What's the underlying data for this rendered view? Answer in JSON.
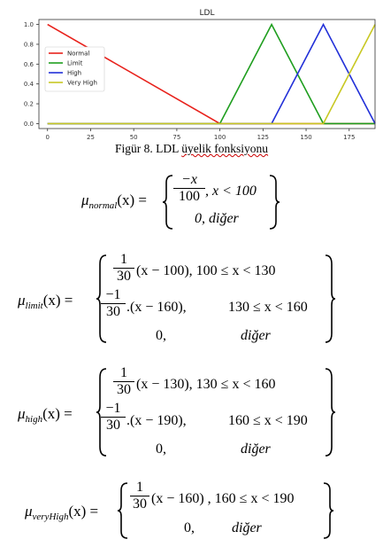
{
  "chart_data": {
    "type": "line",
    "title": "LDL",
    "xlabel": "",
    "ylabel": "",
    "xlim": [
      -5,
      190
    ],
    "ylim": [
      -0.05,
      1.05
    ],
    "x_ticks": [
      "0",
      "25",
      "50",
      "75",
      "100",
      "125",
      "150",
      "175"
    ],
    "y_ticks": [
      "0.0",
      "0.2",
      "0.4",
      "0.6",
      "0.8",
      "1.0"
    ],
    "legend_position": "left-middle",
    "grid": false,
    "series": [
      {
        "name": "Normal",
        "color": "#e8211b",
        "x": [
          0,
          100,
          190
        ],
        "y": [
          1,
          0,
          0
        ]
      },
      {
        "name": "Limit",
        "color": "#1f9e1f",
        "x": [
          0,
          100,
          130,
          160,
          190
        ],
        "y": [
          0,
          0,
          1,
          0,
          0
        ]
      },
      {
        "name": "High",
        "color": "#2230d8",
        "x": [
          0,
          130,
          160,
          190
        ],
        "y": [
          0,
          0,
          1,
          0
        ]
      },
      {
        "name": "Very High",
        "color": "#c8c823",
        "x": [
          0,
          160,
          190
        ],
        "y": [
          0,
          0,
          1
        ]
      }
    ]
  },
  "caption": {
    "prefix": "Figür 8. LDL ",
    "underlined": "üyelik fonksiyonu"
  },
  "formulas": {
    "normal": {
      "mu": "μ",
      "sub": "normal",
      "arg": "(x) =",
      "case1_num": "−x",
      "case1_den": "100",
      "case1_cond": ", x < 100",
      "case2": "0, diğer"
    },
    "limit": {
      "mu": "μ",
      "sub": "limit",
      "arg": "(x) =",
      "case1_num": "1",
      "case1_den": "30",
      "case1_expr": "(x − 100),  100 ≤ x < 130",
      "case2_num": "−1",
      "case2_den": "30",
      "case2_expr": ".(x − 160),",
      "case2_cond": "130 ≤ x < 160",
      "case3_val": "0,",
      "case3_other": "diğer"
    },
    "high": {
      "mu": "μ",
      "sub": "high",
      "arg": "(x) =",
      "case1_num": "1",
      "case1_den": "30",
      "case1_expr": "(x − 130),  130 ≤ x < 160",
      "case2_num": "−1",
      "case2_den": "30",
      "case2_expr": ".(x − 190),",
      "case2_cond": "160 ≤ x < 190",
      "case3_val": "0,",
      "case3_other": "diğer"
    },
    "veryhigh": {
      "mu": "μ",
      "sub": "veryHigh",
      "arg": "(x) =",
      "case1_num": "1",
      "case1_den": "30",
      "case1_expr": "(x − 160) , 160 ≤ x < 190",
      "case2_val": "0,",
      "case2_other": "diğer"
    }
  }
}
